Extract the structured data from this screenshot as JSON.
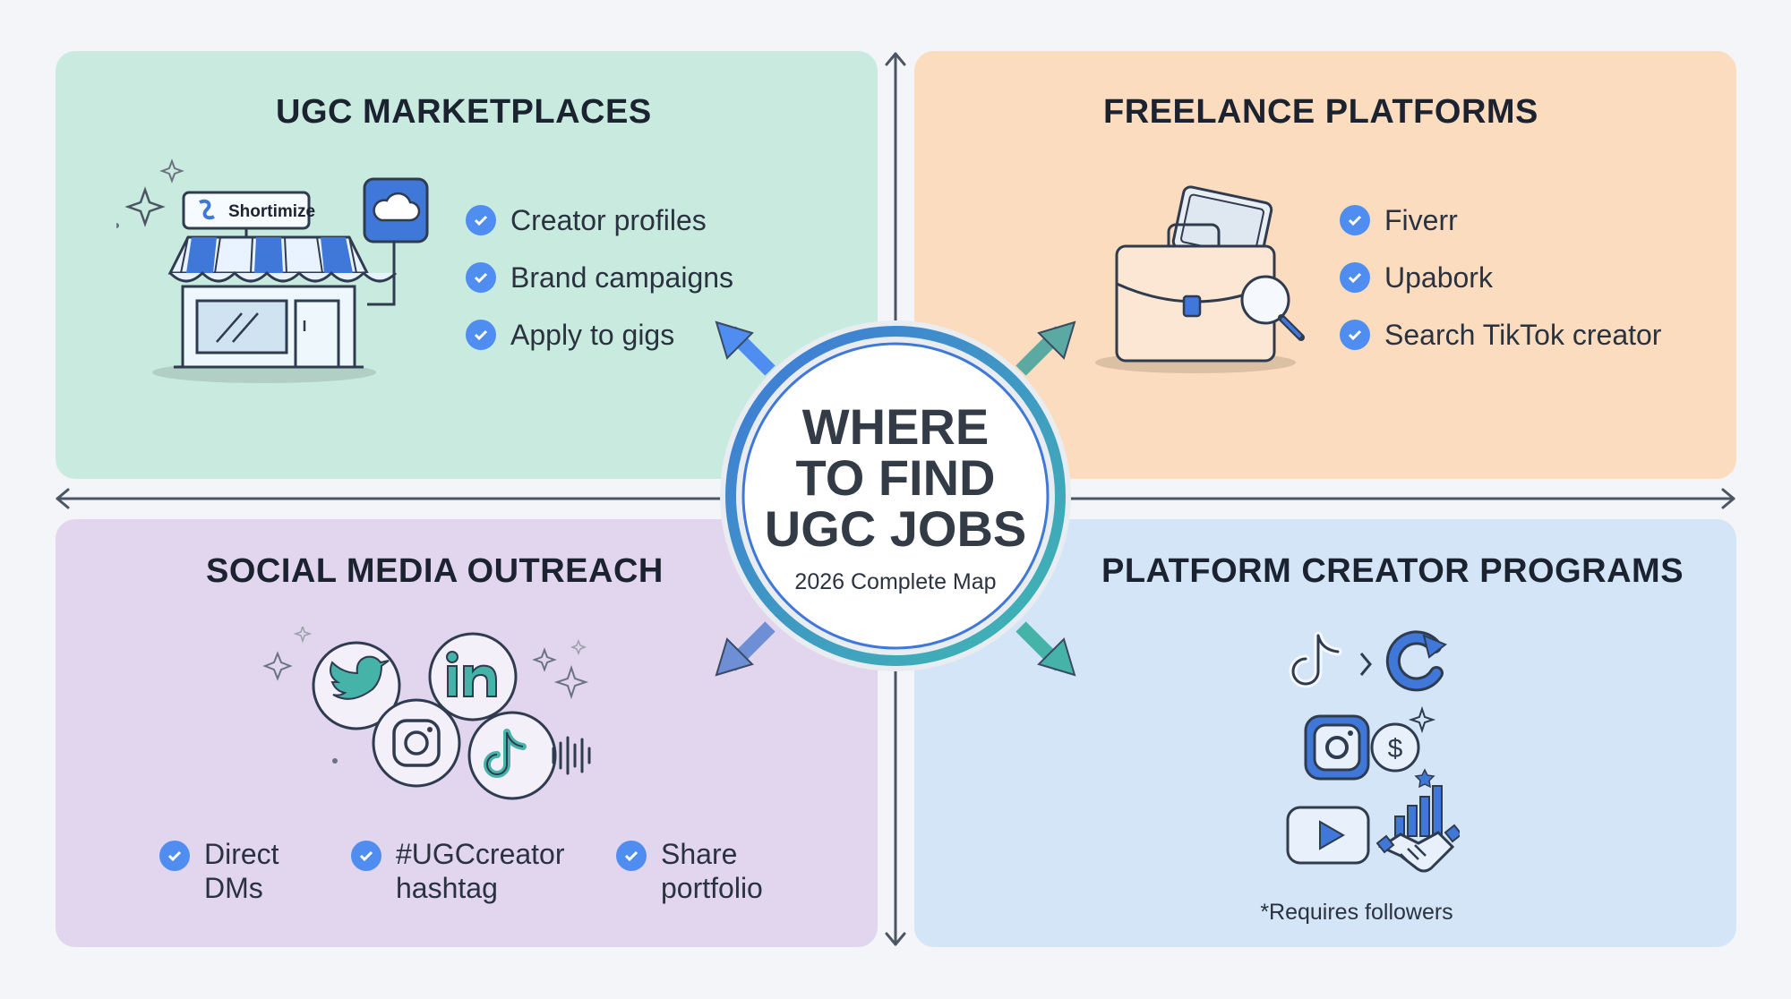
{
  "title": [
    "WHERE",
    "TO FIND",
    "UGC JOBS"
  ],
  "subtitle": "2026 Complete Map",
  "quadrants": {
    "ugc_marketplaces": {
      "title": "UGC MARKETPLACES",
      "store_sign": "Shortimize",
      "items": [
        "Creator profiles",
        "Brand campaigns",
        "Apply to gigs"
      ]
    },
    "freelance_platforms": {
      "title": "FREELANCE PLATFORMS",
      "items": [
        "Fiverr",
        "Upabork",
        "Search TikTok creator"
      ]
    },
    "social_media_outreach": {
      "title": "SOCIAL MEDIA OUTREACH",
      "items": [
        [
          "Direct",
          "DMs"
        ],
        [
          "#UGCcreator",
          "hashtag"
        ],
        [
          "Share",
          "portfolio"
        ]
      ]
    },
    "platform_creator_programs": {
      "title": "PLATFORM CREATOR PROGRAMS",
      "note": "*Requires followers"
    }
  },
  "colors": {
    "ugc_marketplaces": "#c9ebdf",
    "freelance_platforms": "#fbdcbe",
    "social_media_outreach": "#e2d6ef",
    "platform_creator_programs": "#d3e5f7",
    "accent": "#4f8df0",
    "center_ring_teal": "#3fb8b0",
    "center_ring_blue": "#3f78d8"
  },
  "icons": {
    "ugc_marketplaces": [
      "storefront-icon",
      "cloud-icon",
      "sparkle-icon"
    ],
    "freelance_platforms": [
      "briefcase-icon",
      "magnifier-icon"
    ],
    "social_media_outreach": [
      "twitter-icon",
      "linkedin-icon",
      "instagram-icon",
      "tiktok-icon",
      "soundwave-icon"
    ],
    "platform_creator_programs": [
      "tiktok-icon",
      "refresh-icon",
      "instagram-icon",
      "dollar-coin-icon",
      "youtube-icon",
      "handshake-icon",
      "bar-chart-icon"
    ]
  }
}
